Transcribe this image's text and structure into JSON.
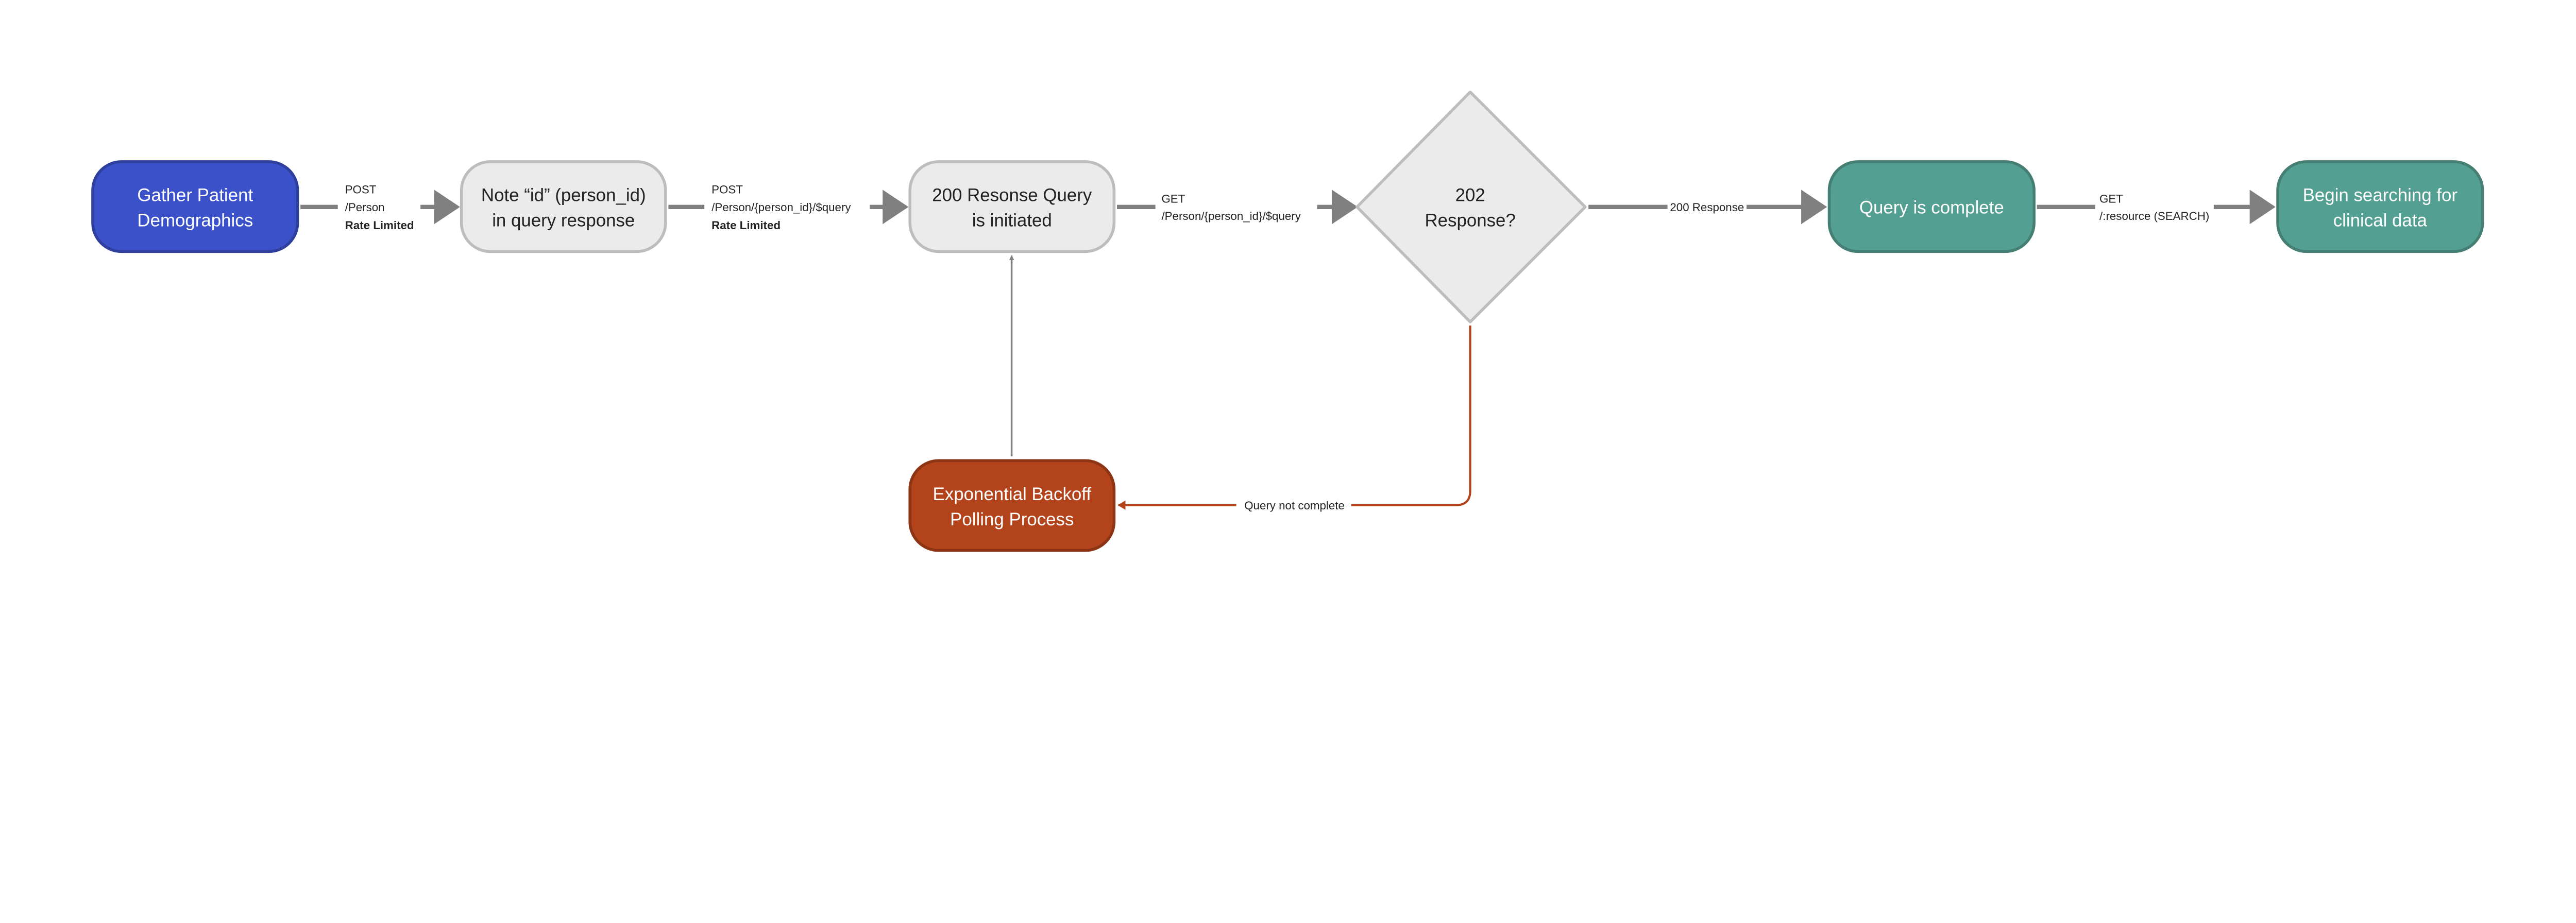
{
  "colors": {
    "start": "#3b51c9",
    "process": "#ebebeb",
    "success": "#539f91",
    "retry": "#b2431a",
    "arrow": "#808080"
  },
  "nodes": {
    "gather": {
      "line1": "Gather Patient",
      "line2": "Demographics"
    },
    "note_id": {
      "line1": "Note “id” (person_id)",
      "line2": "in query response"
    },
    "query_initiated": {
      "line1": "200 Resonse Query",
      "line2": "is initiated"
    },
    "decision": {
      "line1": "202",
      "line2": "Response?"
    },
    "query_complete": {
      "line1": "Query is complete"
    },
    "begin_search": {
      "line1": "Begin searching for",
      "line2": "clinical data"
    },
    "backoff": {
      "line1": "Exponential Backoff",
      "line2": "Polling Process"
    }
  },
  "edges": {
    "post_person": {
      "method": "POST",
      "path": "/Person",
      "note": "Rate Limited"
    },
    "post_query": {
      "method": "POST",
      "path": "/Person/{person_id}/$query",
      "note": "Rate Limited"
    },
    "get_query": {
      "method": "GET",
      "path": "/Person/{person_id}/$query"
    },
    "response_200": {
      "label": "200 Response"
    },
    "get_search": {
      "method": "GET",
      "path": "/:resource (SEARCH)"
    },
    "not_complete": {
      "label": "Query not complete"
    }
  }
}
